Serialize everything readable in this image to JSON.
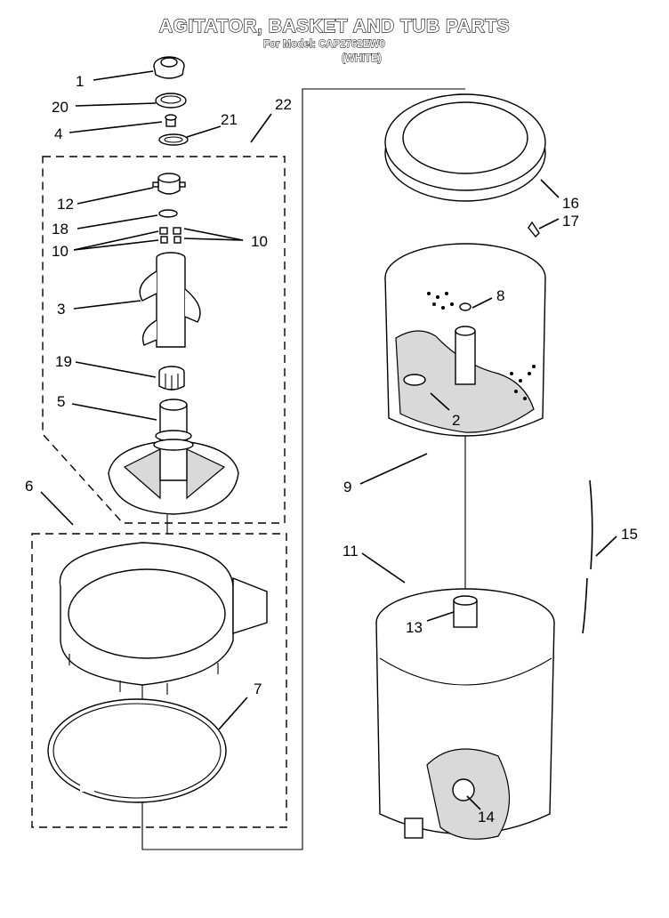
{
  "title": "AGITATOR, BASKET AND TUB PARTS",
  "subtitle_model": "For Model: CAP2762EW0",
  "subtitle_color": "(WHITE)",
  "callouts": [
    "1",
    "20",
    "4",
    "21",
    "22",
    "12",
    "18",
    "10",
    "10",
    "3",
    "19",
    "5",
    "16",
    "17",
    "8",
    "2",
    "9",
    "6",
    "11",
    "15",
    "7",
    "13",
    "14"
  ],
  "colors": {
    "line": "#000000",
    "background": "#ffffff",
    "shade": "#d9d9d9"
  }
}
